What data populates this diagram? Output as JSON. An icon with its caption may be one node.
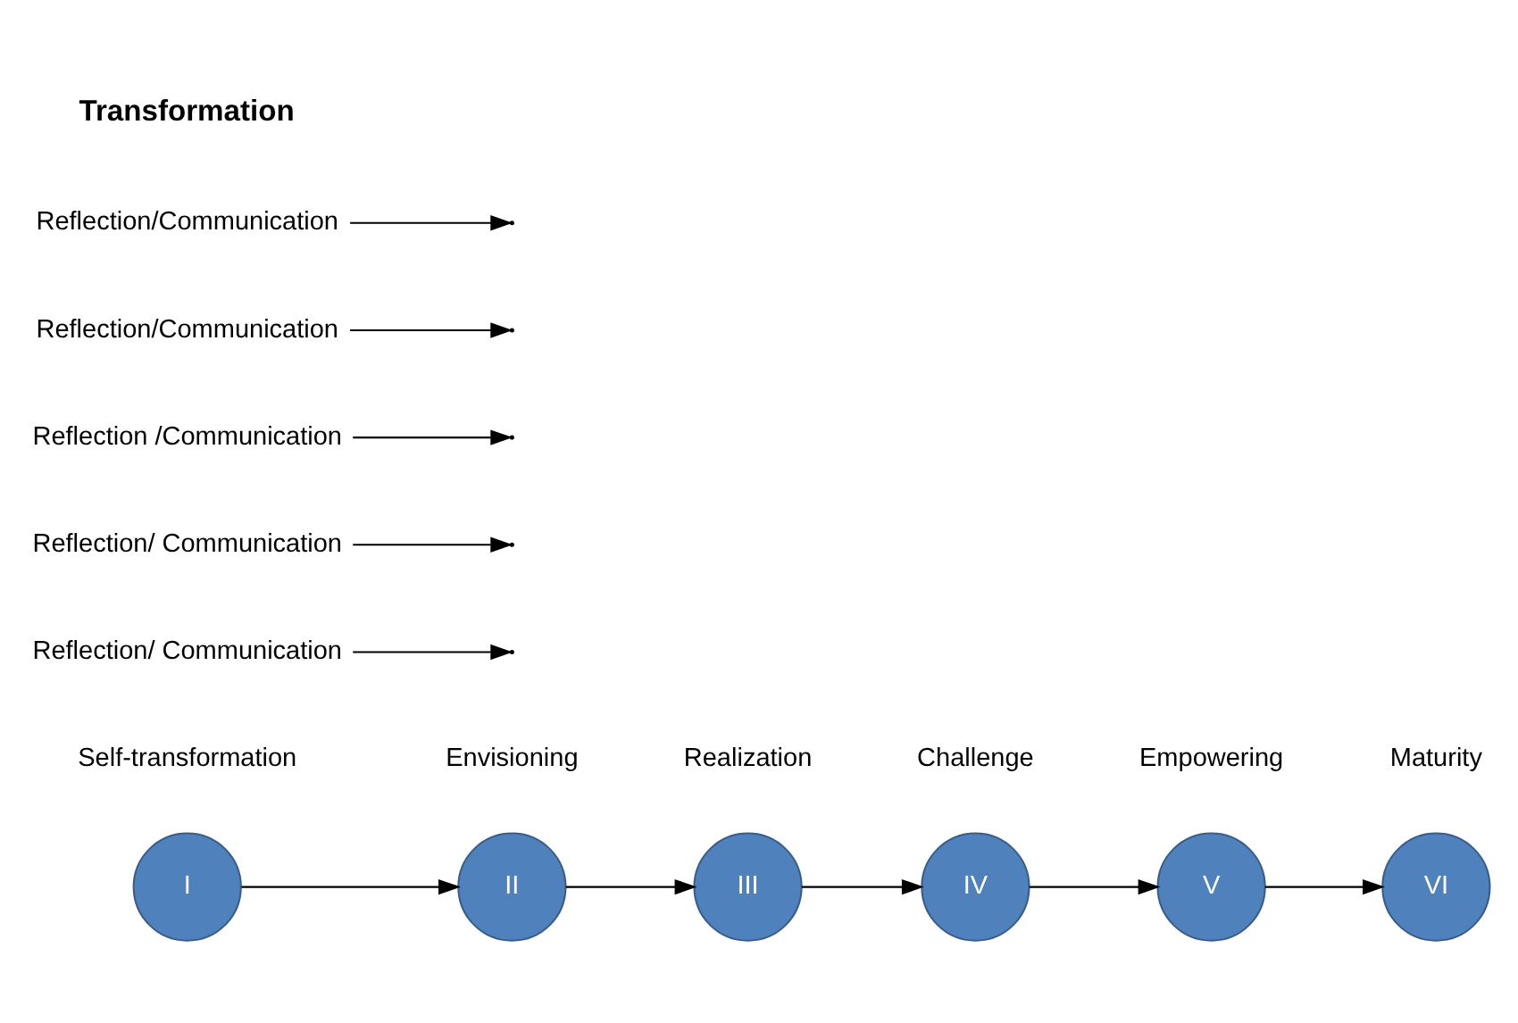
{
  "diagram": {
    "nodes": [
      {
        "text": [
          "I"
        ],
        "beside": [
          "Self-transformation"
        ]
      },
      {
        "text": [
          "II"
        ],
        "beside": [
          "Envisioning"
        ]
      },
      {
        "text": [
          "III"
        ],
        "beside": [
          "Realization"
        ]
      },
      {
        "text": [
          "IV"
        ],
        "beside": [
          "Challenge"
        ]
      },
      {
        "text": [
          "V"
        ],
        "beside": [
          "Empowering"
        ]
      },
      {
        "text": [
          "VI"
        ],
        "beside": [
          "Maturity"
        ]
      },
      {
        "text": [
          "Reflection/ Communication"
        ]
      },
      {
        "text": [
          "Reflection/ Communication"
        ]
      },
      {
        "text": [
          "Reflection /Communication"
        ]
      },
      {
        "text": [
          "Reflection/Communication"
        ]
      },
      {
        "text": [
          "Reflection/Communication"
        ]
      }
    ],
    "edges": [
      {
        "from": 0,
        "to": 1,
        "arrow": "to"
      },
      {
        "from": 1,
        "to": 2,
        "arrow": "to"
      },
      {
        "from": 2,
        "to": 3,
        "arrow": "to"
      },
      {
        "from": 3,
        "to": 4,
        "arrow": "to"
      },
      {
        "from": 4,
        "to": 5,
        "arrow": "to"
      },
      {
        "from": 6,
        "to": null,
        "arrow": "to"
      },
      {
        "from": 7,
        "to": null,
        "arrow": "to"
      },
      {
        "from": 8,
        "to": null,
        "arrow": "to"
      },
      {
        "from": 9,
        "to": null,
        "arrow": "to"
      },
      {
        "from": 10,
        "to": null,
        "arrow": "to"
      }
    ],
    "labels": [
      "Transformation"
    ]
  }
}
